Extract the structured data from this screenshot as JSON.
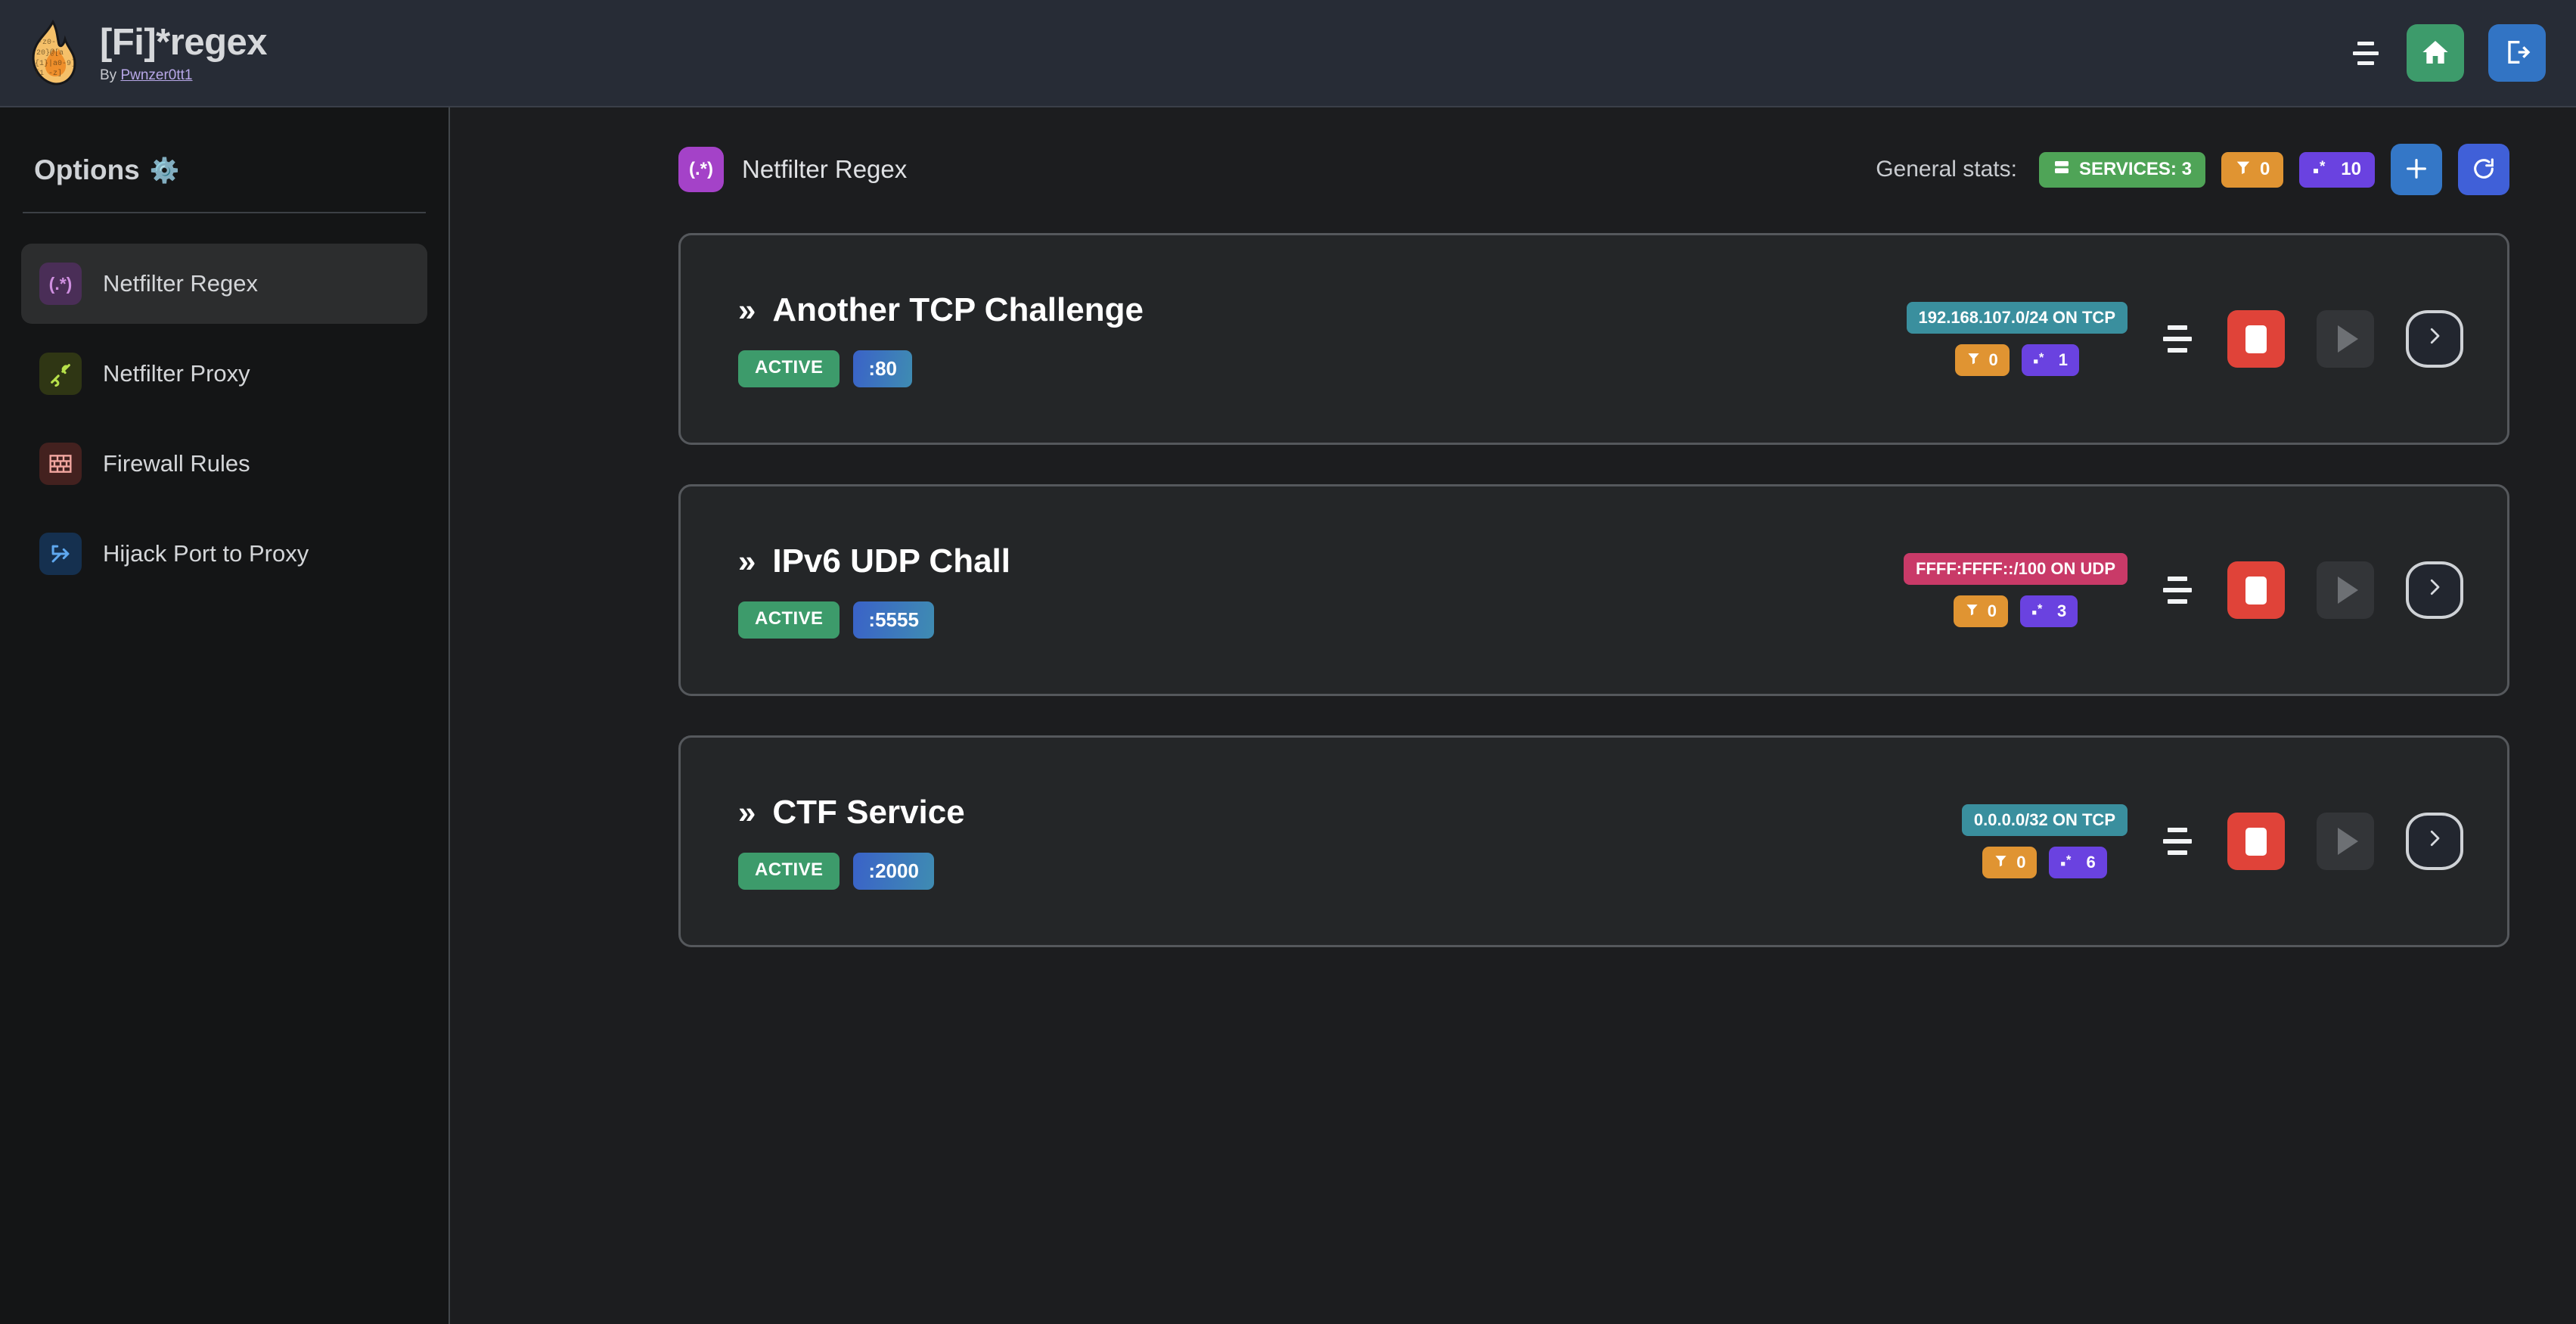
{
  "header": {
    "app_title": "[Fi]*regex",
    "byline_prefix": "By ",
    "author": "Pwnzer0tt1",
    "logo_icon": "flame-icon",
    "menu_icon": "menu-icon",
    "home_icon": "home-icon",
    "logout_icon": "logout-icon",
    "home_color": "#3d9b6b",
    "logout_color": "#3274c4"
  },
  "sidebar": {
    "title": "Options",
    "gear": "⚙️",
    "items": [
      {
        "label": "Netfilter Regex",
        "icon": "regex-icon",
        "glyph": "(.*)",
        "active": true
      },
      {
        "label": "Netfilter Proxy",
        "icon": "plug-icon",
        "glyph": "",
        "active": false
      },
      {
        "label": "Firewall Rules",
        "icon": "brick-icon",
        "glyph": "",
        "active": false
      },
      {
        "label": "Hijack Port to Proxy",
        "icon": "fork-icon",
        "glyph": "",
        "active": false
      }
    ]
  },
  "main": {
    "page_icon_glyph": "(.*)",
    "page_icon_color": "#a442c8",
    "page_title": "Netfilter Regex",
    "stats_label": "General stats:",
    "stats": {
      "services_label": "SERVICES: 3",
      "services_icon": "server-icon",
      "services_color": "#4fa457",
      "filter_count": "0",
      "filter_icon": "filter-icon",
      "filter_color": "#e09432",
      "regex_count": "10",
      "regex_icon": "regex-dot-star-icon",
      "regex_color": "#6a42e0"
    },
    "add_button_icon": "plus-icon",
    "refresh_button_icon": "refresh-icon"
  },
  "services": [
    {
      "chevron": "»",
      "name": "Another TCP Challenge",
      "status": "ACTIVE",
      "port": ":80",
      "network": "192.168.107.0/24 ON TCP",
      "network_kind": "tcp",
      "filter_count": "0",
      "regex_count": "1",
      "menu_icon": "card-menu-icon",
      "stop_icon": "stop-icon",
      "play_icon": "play-icon",
      "detail_icon": "chevron-right-icon"
    },
    {
      "chevron": "»",
      "name": "IPv6 UDP Chall",
      "status": "ACTIVE",
      "port": ":5555",
      "network": "FFFF:FFFF::/100 ON UDP",
      "network_kind": "udp",
      "filter_count": "0",
      "regex_count": "3",
      "menu_icon": "card-menu-icon",
      "stop_icon": "stop-icon",
      "play_icon": "play-icon",
      "detail_icon": "chevron-right-icon"
    },
    {
      "chevron": "»",
      "name": "CTF Service",
      "status": "ACTIVE",
      "port": ":2000",
      "network": "0.0.0.0/32 ON TCP",
      "network_kind": "tcp",
      "filter_count": "0",
      "regex_count": "6",
      "menu_icon": "card-menu-icon",
      "stop_icon": "stop-icon",
      "play_icon": "play-icon",
      "detail_icon": "chevron-right-icon"
    }
  ]
}
